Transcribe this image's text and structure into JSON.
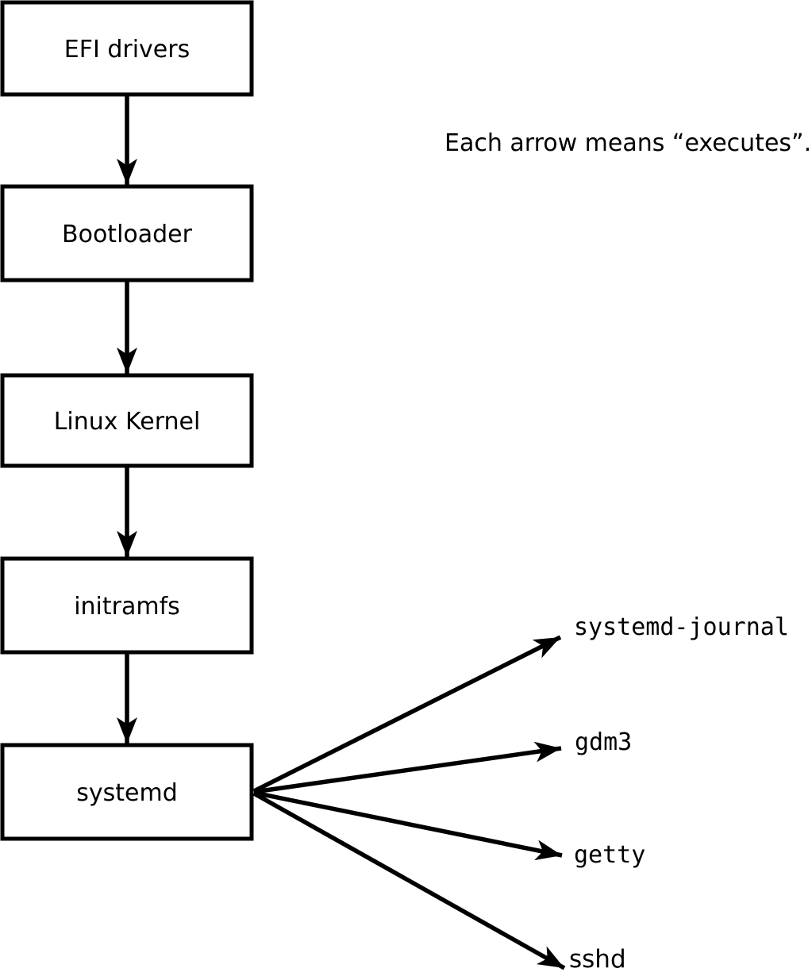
{
  "note": {
    "text": "Each arrow means “executes”."
  },
  "flow": {
    "boxes": [
      {
        "label": "EFI drivers"
      },
      {
        "label": "Bootloader"
      },
      {
        "label": "Linux Kernel"
      },
      {
        "label": "initramfs"
      },
      {
        "label": "systemd"
      }
    ]
  },
  "services": [
    {
      "label": "systemd-journal"
    },
    {
      "label": "gdm3"
    },
    {
      "label": "getty"
    },
    {
      "label": "sshd"
    }
  ],
  "colors": {
    "stroke": "#000000",
    "background": "#ffffff"
  }
}
